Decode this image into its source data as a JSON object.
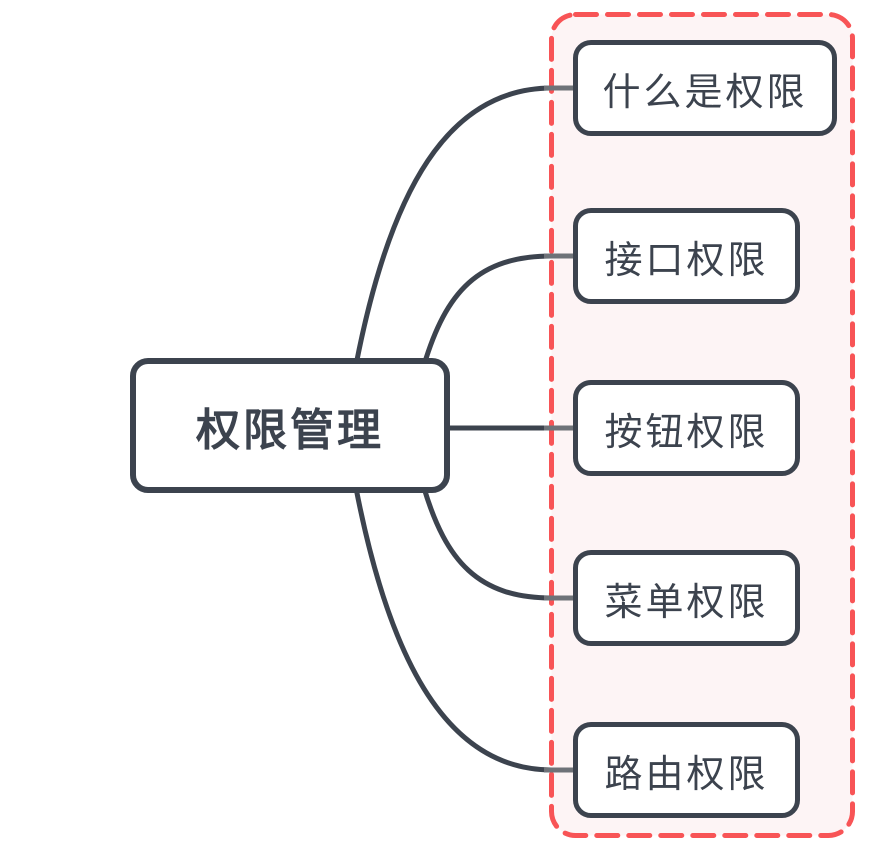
{
  "mindmap": {
    "root": {
      "label": "权限管理"
    },
    "children": [
      {
        "label": "什么是权限"
      },
      {
        "label": "接口权限"
      },
      {
        "label": "按钮权限"
      },
      {
        "label": "菜单权限"
      },
      {
        "label": "路由权限"
      }
    ]
  },
  "colors": {
    "canvas_bg": "#ffffff",
    "node_border": "#3c434e",
    "node_fill": "#ffffff",
    "text": "#3c434e",
    "connector": "#3c434e",
    "connector_stub": "#6e7278",
    "group_border": "#f85456",
    "group_fill": "#fdf4f5"
  }
}
